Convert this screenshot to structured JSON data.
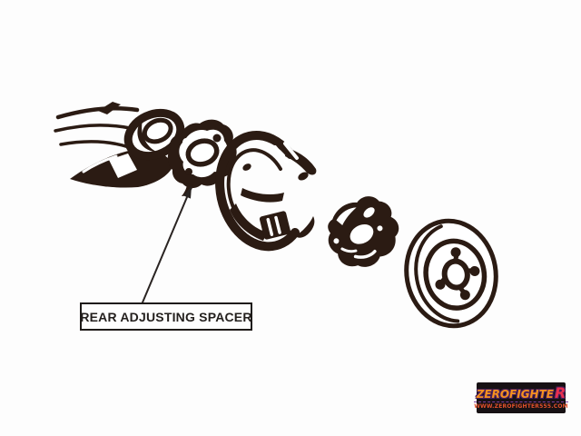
{
  "colors": {
    "ink": "#2b1b13",
    "background": "#fdfdfd",
    "label_text": "#231f1d",
    "logo_background": "#171114",
    "logo_brand": "#f6921e",
    "logo_accent": "#e9304f",
    "logo_url": "#e2512b"
  },
  "callout": {
    "label": "REAR ADJUSTING SPACER"
  },
  "parts": {
    "axle_beam": "rear-axle-beam-drawing",
    "spacer": "rear-adjusting-spacer-drawing",
    "backing_plate": "brake-backing-plate-drawing",
    "bolt": "hub-bolt-drawing",
    "hub": "rear-hub-drawing",
    "drum": "brake-drum-drawing"
  },
  "logo": {
    "brand_main": "ZEROFIGHTE",
    "brand_last": "R",
    "url": "WWW.ZEROFIGHTER555.COM"
  }
}
